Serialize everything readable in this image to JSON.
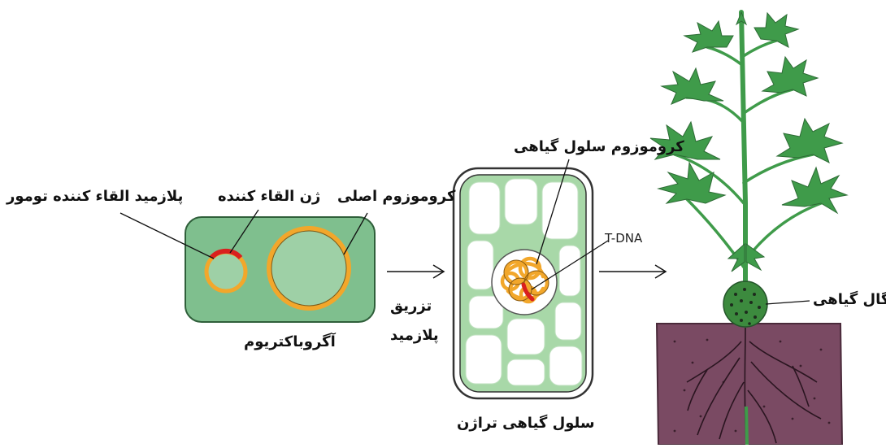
{
  "labels": {
    "tumor_plasmid": "پلازمید القاء کننده تومور",
    "inducing_gene": "ژن القاء کننده",
    "main_chromosome": "کروموزوم اصلی",
    "agrobacterium": "آگروباکتریوم",
    "injection_line1": "تزریق",
    "injection_line2": "پلازمید",
    "plant_chromosome": "کروموزوم سلول گیاهی",
    "t_dna": "T-DNA",
    "transgenic_cell": "سلول گیاهی تراژن",
    "gall": "گال گیاهی"
  },
  "colors": {
    "bacterium_fill": "#7fbf8e",
    "ring_orange": "#f2a72b",
    "gene_red": "#d9201e",
    "cell_wall": "#a8d8a8",
    "vacuole": "#ffffff",
    "leaf_green": "#3f9b4a",
    "soil": "#7a4a63",
    "gall_green": "#3c8a3e"
  }
}
